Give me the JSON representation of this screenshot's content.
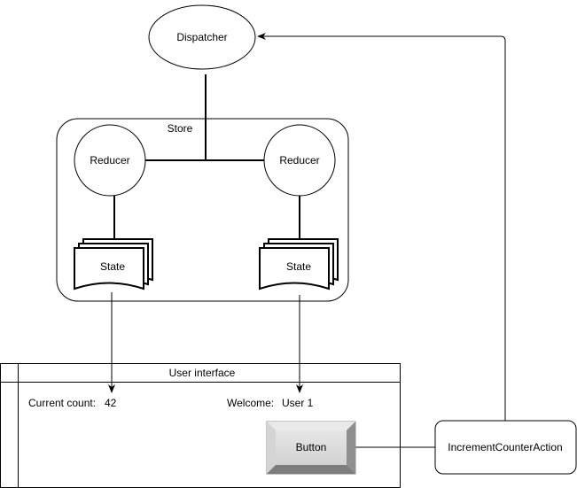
{
  "dispatcher": {
    "label": "Dispatcher"
  },
  "store": {
    "label": "Store",
    "reducers": [
      {
        "label": "Reducer"
      },
      {
        "label": "Reducer"
      }
    ],
    "states": [
      {
        "label": "State"
      },
      {
        "label": "State"
      }
    ]
  },
  "user_interface": {
    "title": "User interface",
    "current_count_label": "Current count:",
    "current_count_value": "42",
    "welcome_label": "Welcome:",
    "welcome_value": "User 1",
    "button_label": "Button"
  },
  "action": {
    "label": "IncrementCounterAction"
  }
}
